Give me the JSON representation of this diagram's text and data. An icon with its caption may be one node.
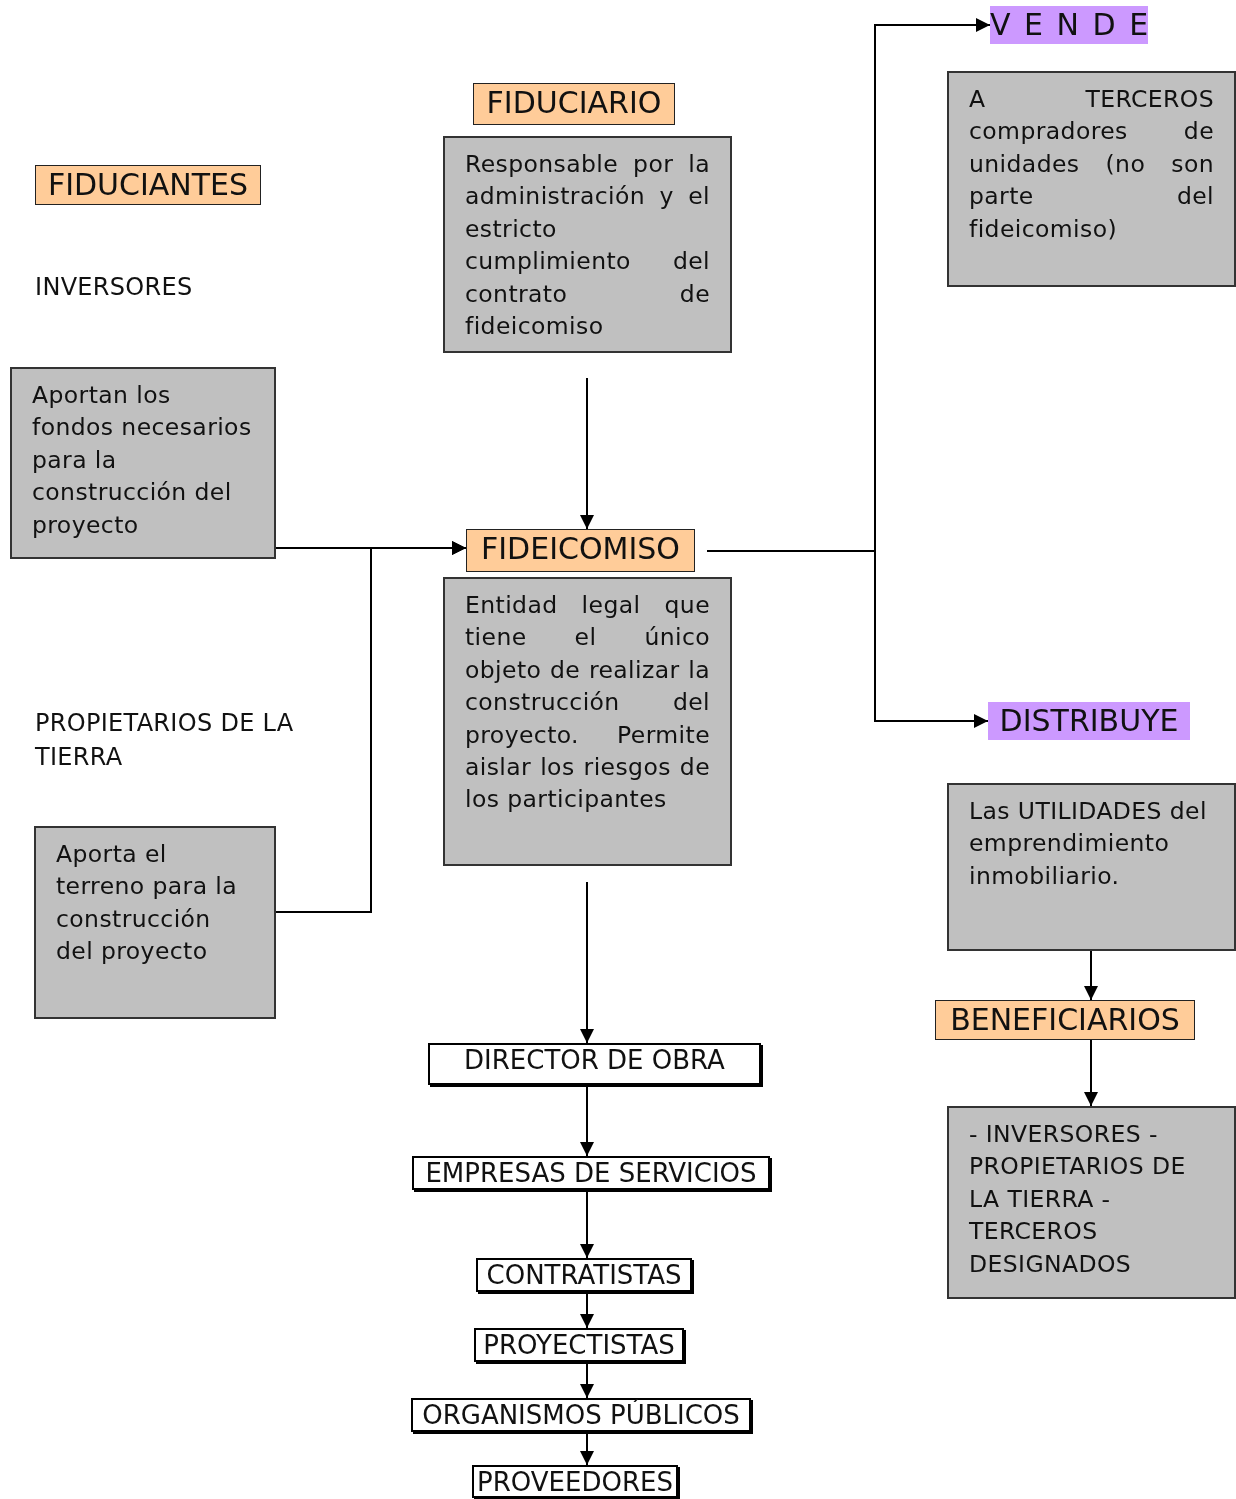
{
  "diagram": {
    "nodes": [
      {
        "text": [
          "FIDUCIANTES"
        ]
      },
      {
        "text": [
          "FIDUCIARIO"
        ]
      },
      {
        "text": [
          "Responsable por la administración y el estricto cumplimiento del contrato de fideicomiso"
        ]
      },
      {
        "text": [
          "V E N D E"
        ]
      },
      {
        "text": [
          "A TERCEROS compradores de unidades (no son parte del fideicomiso)"
        ]
      },
      {
        "text": [
          "Aportan los fondos necesarios para la construcción del proyecto"
        ]
      },
      {
        "text": [
          "FIDEICOMISO"
        ]
      },
      {
        "text": [
          "Entidad legal que tiene el único objeto de realizar la construcción del proyecto. Permite aislar los riesgos de los participantes"
        ]
      },
      {
        "text": [
          "DISTRIBUYE"
        ]
      },
      {
        "text": [
          "Aporta el terreno para la construcción del proyecto"
        ]
      },
      {
        "text": [
          "Las UTILIDADES del emprendimiento inmobiliario."
        ]
      },
      {
        "text": [
          "BENEFICIARIOS"
        ]
      },
      {
        "text": [
          "DIRECTOR DE OBRA"
        ]
      },
      {
        "text": [
          "- INVERSORES - PROPIETARIOS DE LA TIERRA - TERCEROS DESIGNADOS"
        ]
      },
      {
        "text": [
          "EMPRESAS DE SERVICIOS"
        ]
      },
      {
        "text": [
          "CONTRATISTAS"
        ]
      },
      {
        "text": [
          "PROYECTISTAS"
        ]
      },
      {
        "text": [
          "ORGANISMOS PÚBLICOS"
        ]
      },
      {
        "text": [
          "PROVEEDORES"
        ]
      }
    ],
    "edges": [
      {
        "from": 2,
        "to": 6,
        "arrow": "to"
      },
      {
        "from": 5,
        "to": 6,
        "arrow": "to"
      },
      {
        "from": 9,
        "to": 6,
        "arrow": "to"
      },
      {
        "from": 6,
        "to": 3,
        "arrow": "to"
      },
      {
        "from": 6,
        "to": 8,
        "arrow": "to"
      },
      {
        "from": 7,
        "to": 12,
        "arrow": "to"
      },
      {
        "from": 10,
        "to": 11,
        "arrow": "to"
      },
      {
        "from": 11,
        "to": 13,
        "arrow": "to"
      },
      {
        "from": 12,
        "to": 14,
        "arrow": "to"
      },
      {
        "from": 14,
        "to": 15,
        "arrow": "to"
      },
      {
        "from": 15,
        "to": 16,
        "arrow": "to"
      },
      {
        "from": 16,
        "to": 17,
        "arrow": "to"
      },
      {
        "from": 17,
        "to": 18,
        "arrow": "to"
      }
    ],
    "labels": [
      "INVERSORES",
      "PROPIETARIOS DE LA TIERRA"
    ]
  }
}
